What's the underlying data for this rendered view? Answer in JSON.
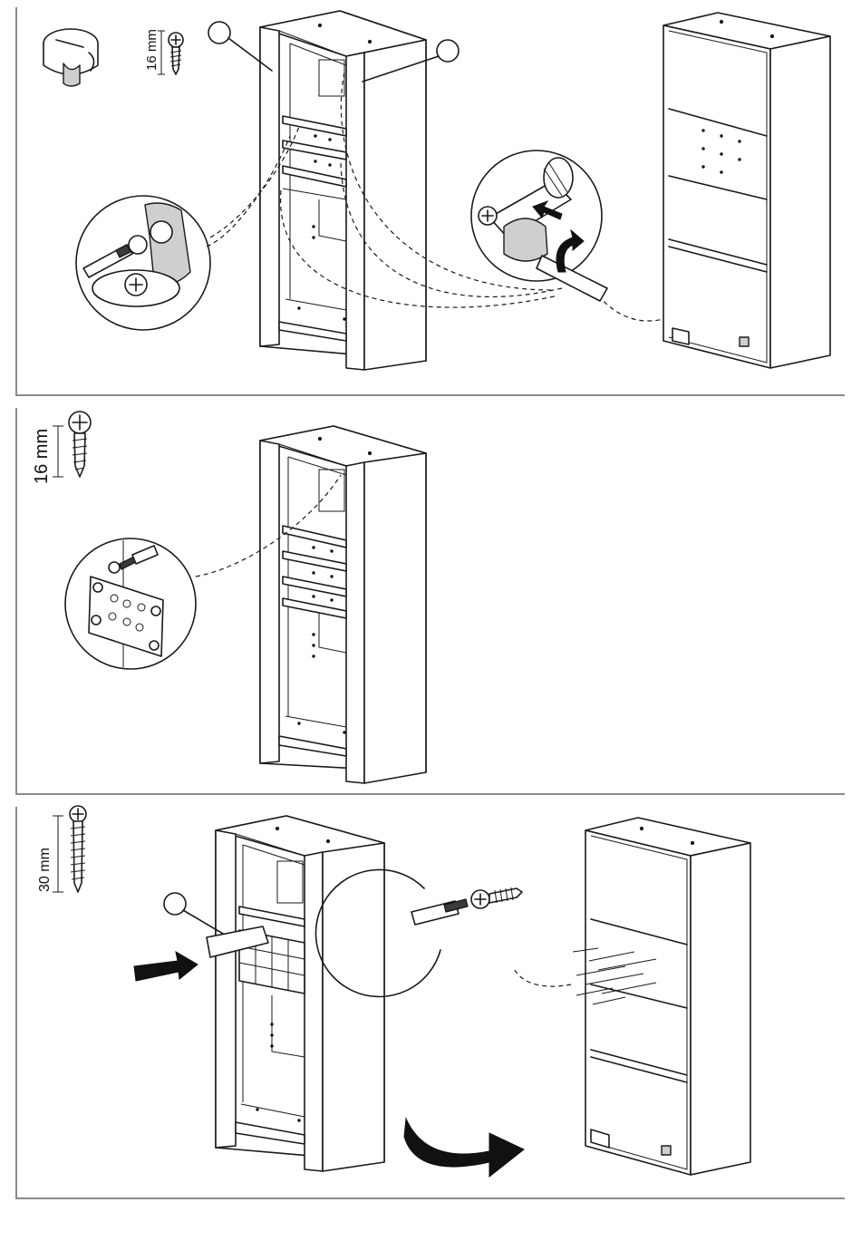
{
  "steps": [
    {
      "id": "step-1",
      "screw_length_label": "16 mm"
    },
    {
      "id": "step-2",
      "screw_length_label": "16 mm"
    },
    {
      "id": "step-3",
      "screw_length_label": "30 mm"
    }
  ],
  "colors": {
    "line": "#1a1a1a",
    "frame": "#8a8a8a",
    "arrow": "#111111",
    "fill_gray": "#cfcfcf"
  },
  "icons": [
    "cam-lock-icon",
    "screw-icon",
    "screwdriver-icon",
    "angle-bracket-icon",
    "mending-plate-icon",
    "push-arrow-icon",
    "rotate-arrow-icon",
    "leveling-foot-icon"
  ]
}
